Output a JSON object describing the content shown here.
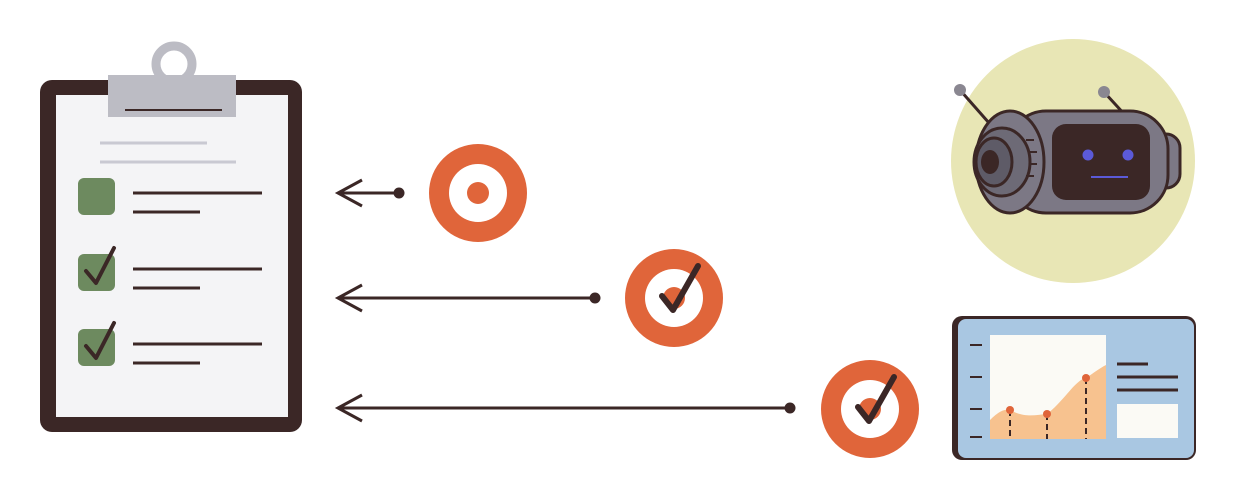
{
  "colors": {
    "background": "#ffffff",
    "ink": "#3b2726",
    "paper": "#f4f4f6",
    "clip_metal": "#bcbcc4",
    "paper_lines": "#c9c9d2",
    "checkbox_green": "#6d8a5f",
    "target_orange": "#e0653a",
    "robot_halo": "#e8e6b5",
    "robot_body": "#7c7885",
    "robot_face": "#3b2726",
    "robot_eyes": "#5b5ad8",
    "dashboard_blue": "#a9c7e2",
    "dashboard_panel": "#fbfaf5",
    "area_fill": "#f7c28f",
    "point_red": "#e0653a"
  },
  "clipboard": {
    "tasks": [
      {
        "state": "unchecked"
      },
      {
        "state": "checked"
      },
      {
        "state": "checked"
      }
    ]
  },
  "targets": [
    {
      "state": "open"
    },
    {
      "state": "checked"
    },
    {
      "state": "checked"
    }
  ],
  "icons": {
    "clipboard": "clipboard-icon",
    "target": "target-icon",
    "checkmark": "checkmark-icon",
    "robot": "robot-icon",
    "dashboard": "dashboard-icon",
    "arrow": "arrow-left-icon"
  }
}
